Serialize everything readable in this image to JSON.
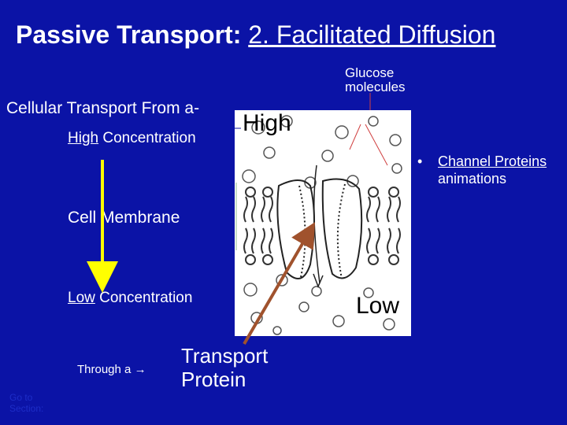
{
  "slide": {
    "title_bold": "Passive Transport:",
    "title_link": "2. Facilitated Diffusion",
    "glucose_label": "Glucose molecules",
    "from_text": "Cellular Transport From a-",
    "high_word": "High",
    "high_conc_rest": " Concentration",
    "high_big": "High",
    "membrane_label": "Cell  Membrane",
    "low_word": "Low",
    "low_conc_rest": " Concentration",
    "low_big": "Low",
    "through_text": "Through a",
    "arrow_glyph": "→",
    "transport_label": "Transport Protein",
    "goto_link": "Go to Section:",
    "bullet_glyph": "•",
    "bullet_link": "Channel Proteins",
    "bullet_rest": "animations"
  },
  "colors": {
    "background": "#0b13a6",
    "text": "#ffffff",
    "down_arrow": "#ffff00",
    "pointer_arrow": "#a0522d",
    "goto_link": "#1d2dc8",
    "figure_bg": "#ffffff"
  }
}
